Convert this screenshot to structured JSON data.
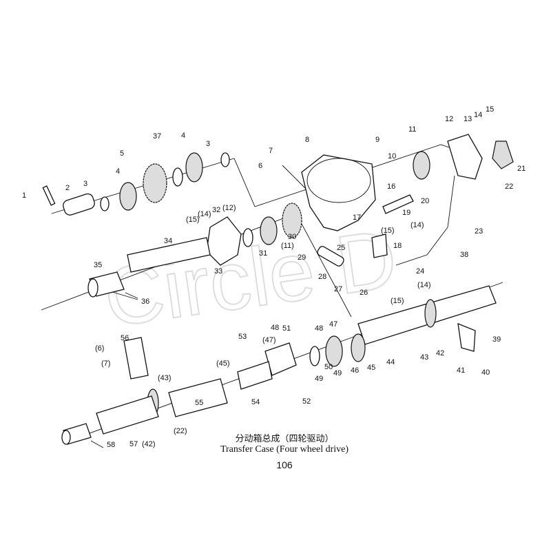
{
  "watermark": "Circle D",
  "caption": {
    "title_cn": "分动箱总成（四轮驱动）",
    "title_en": "Transfer Case (Four wheel drive)",
    "page_number": "106"
  },
  "callouts": [
    "1",
    "2",
    "3",
    "4",
    "5",
    "37",
    "4",
    "3",
    "7",
    "6",
    "8",
    "9",
    "10",
    "11",
    "12",
    "13",
    "14",
    "15",
    "21",
    "22",
    "16",
    "19",
    "20",
    "(15)",
    "(14)",
    "17",
    "18",
    "23",
    "38",
    "24",
    "(14)",
    "(15)",
    "25",
    "29",
    "28",
    "27",
    "26",
    "30",
    "(11)",
    "31",
    "33",
    "32",
    "(12)",
    "(14)",
    "(15)",
    "34",
    "35",
    "36",
    "39",
    "42",
    "43",
    "40",
    "41",
    "44",
    "45",
    "46",
    "49",
    "50",
    "49",
    "48",
    "47",
    "48",
    "51",
    "53",
    "(47)",
    "(45)",
    "52",
    "54",
    "55",
    "(22)",
    "57",
    "(42)",
    "58",
    "(43)",
    "56",
    "(6)",
    "(7)"
  ]
}
